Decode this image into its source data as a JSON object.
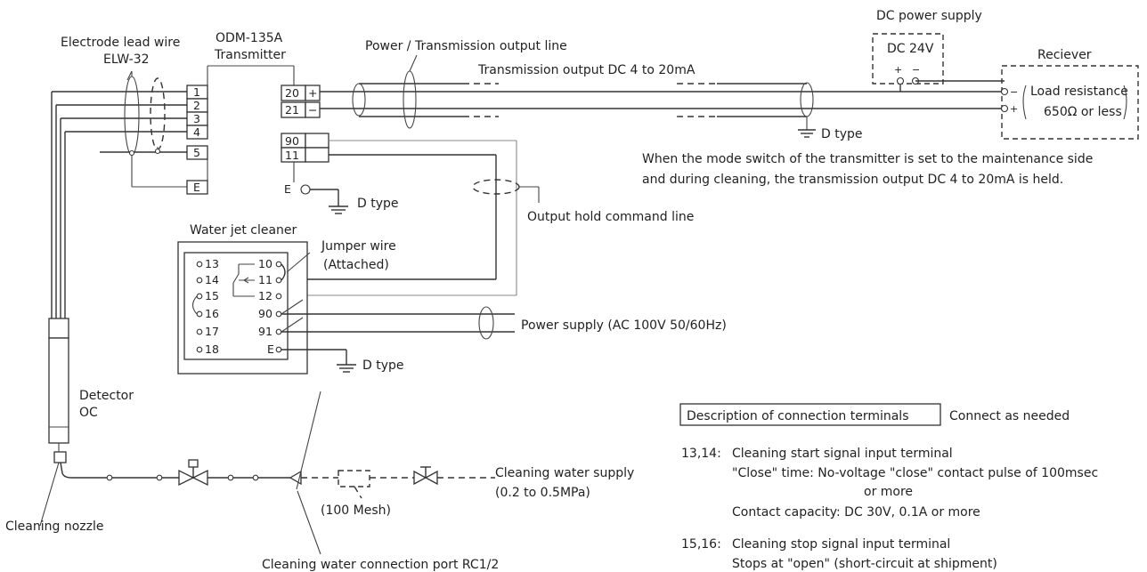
{
  "labels": {
    "electrode_lead_wire": "Electrode lead wire",
    "elw": "ELW-32",
    "transmitter_model": "ODM-135A",
    "transmitter": "Transmitter",
    "power_line": "Power / Transmission output line",
    "transmission_output": "Transmission output DC 4 to 20mA",
    "dc_power_supply": "DC power supply",
    "dc_24v": "DC 24V",
    "plus": "+",
    "minus": "−",
    "receiver": "Reciever",
    "load_resistance": "Load resistance",
    "load_value": "650Ω or less",
    "d_type": "D type",
    "hold_note_1": "When the mode switch of the transmitter is set to the maintenance side",
    "hold_note_2": "and during cleaning, the transmission output DC 4 to 20mA is held.",
    "output_hold_line": "Output hold command line",
    "water_jet_cleaner": "Water jet cleaner",
    "jumper_wire": "Jumper wire",
    "attached": "(Attached)",
    "power_supply_ac": "Power supply (AC 100V 50/60Hz)",
    "detector": "Detector",
    "detector_model": "OC",
    "cleaning_nozzle": "Cleaning nozzle",
    "mesh": "(100 Mesh)",
    "cleaning_water_supply": "Cleaning water supply",
    "pressure": "(0.2 to 0.5MPa)",
    "connection_port": "Cleaning water connection port RC1/2",
    "terminal_e": "E"
  },
  "transmitter_terminals_left": [
    "1",
    "2",
    "3",
    "4",
    "5",
    "E"
  ],
  "transmitter_terminals_right": [
    "20",
    "21",
    "90",
    "11"
  ],
  "cleaner_terminals_left": [
    "13",
    "14",
    "15",
    "16",
    "17",
    "18"
  ],
  "cleaner_terminals_right": [
    "10",
    "11",
    "12",
    "90",
    "91",
    "E"
  ],
  "terminal_description": {
    "header": "Description of connection terminals",
    "note": "Connect as needed",
    "items": [
      {
        "code": "13,14:",
        "lines": [
          "Cleaning start signal input terminal",
          "\"Close\" time: No-voltage \"close\" contact pulse of 100msec",
          "or more",
          "Contact capacity: DC 30V, 0.1A or more"
        ]
      },
      {
        "code": "15,16:",
        "lines": [
          "Cleaning stop signal input terminal",
          "Stops at \"open\" (short-circuit at shipment)"
        ]
      }
    ]
  }
}
